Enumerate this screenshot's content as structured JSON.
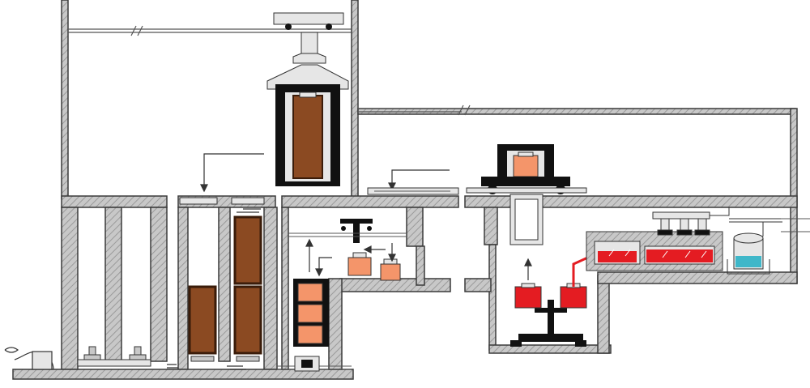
{
  "diagram": {
    "colors": {
      "wall_fill": "#c8c8c8",
      "wall_stroke": "#3a3a3a",
      "line": "#555555",
      "dark": "#111111",
      "brown": "#8b4a22",
      "brown_stroke": "#3a1c0a",
      "orange": "#f4956a",
      "red": "#e41c22",
      "cyan": "#3fb7c9",
      "light_gray": "#e6e6e6"
    },
    "components": [
      "overhead-crane-rail",
      "crane-trolley",
      "transfer-cask",
      "storage-canister",
      "storage-wells",
      "transfer-cart",
      "conveyor-platform",
      "manipulator",
      "waste-drums",
      "drum-stack",
      "cart-track",
      "shielded-lid",
      "shielded-carriage",
      "transfer-port",
      "hydraulic-lift",
      "red-containers",
      "processing-vessel",
      "valve-manifold",
      "collection-tank"
    ]
  }
}
